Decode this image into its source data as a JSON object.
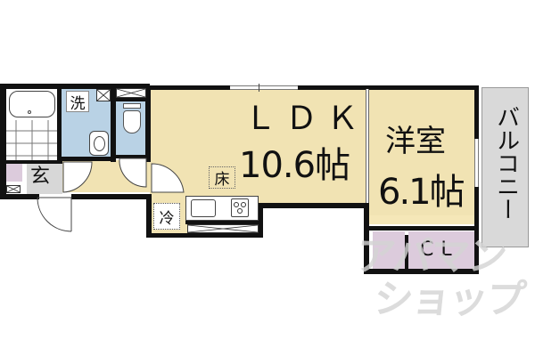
{
  "floorplan": {
    "rooms": {
      "ldk": {
        "name": "ＬＤＫ",
        "size": "10.6帖"
      },
      "western_room": {
        "name": "洋室",
        "size": "6.1帖"
      },
      "balcony": {
        "name": "バルコニー"
      },
      "closet": {
        "name": "CL"
      },
      "entrance": {
        "name": "玄"
      },
      "washroom": {
        "name": "洗"
      }
    },
    "tags": {
      "floor_storage": "床",
      "refrigerator": "冷"
    },
    "colors": {
      "wall": "#111111",
      "ldk_floor": "#f1e3b3",
      "wet_area": "#b9d2e5",
      "entrance_floor": "#d7d7d7",
      "closet_floor": "#dccbdc",
      "balcony_floor": "#d7d7d7"
    }
  },
  "watermark": {
    "line1": "アパマン",
    "line2": "ショップ"
  }
}
